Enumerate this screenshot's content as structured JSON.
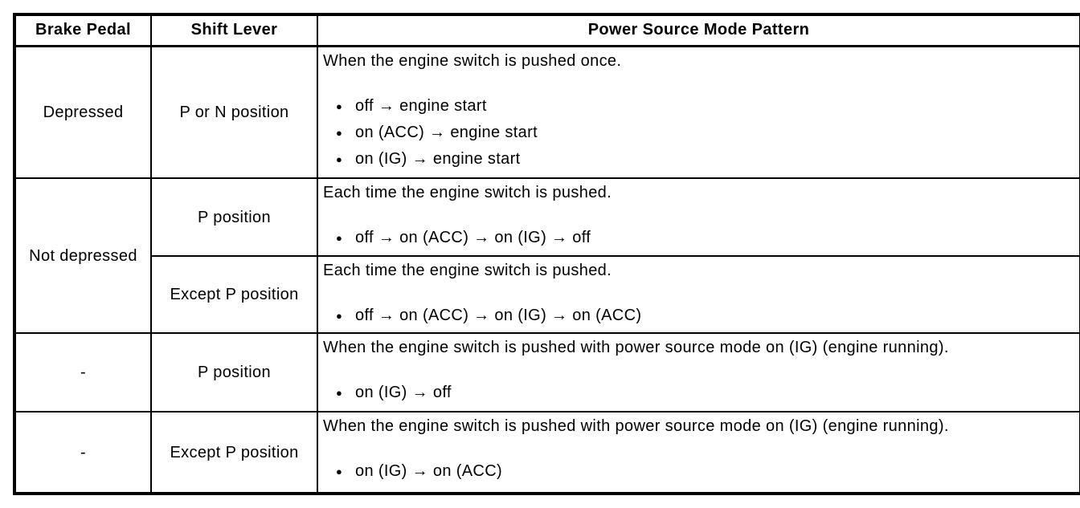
{
  "table": {
    "bullet_glyph": "●",
    "headers": [
      "Brake Pedal",
      "Shift Lever",
      "Power Source Mode Pattern"
    ],
    "rows": [
      {
        "brake_pedal": "Depressed",
        "shift_lever": "P or N position",
        "pattern_intro": "When the engine switch is pushed once.",
        "pattern_items": [
          "off → engine start",
          "on (ACC) → engine start",
          "on (IG) → engine start"
        ]
      },
      {
        "brake_pedal": "Not depressed",
        "shift_lever": "P position",
        "pattern_intro": "Each time the engine switch is pushed.",
        "pattern_items": [
          "off → on (ACC) → on (IG) → off"
        ]
      },
      {
        "shift_lever": "Except P position",
        "pattern_intro": "Each time the engine switch is pushed.",
        "pattern_items": [
          "off → on (ACC) → on (IG) → on (ACC)"
        ]
      },
      {
        "brake_pedal": "-",
        "shift_lever": "P position",
        "pattern_intro": "When the engine switch is pushed with power source mode on (IG) (engine running).",
        "pattern_items": [
          "on (IG) → off"
        ]
      },
      {
        "brake_pedal": "-",
        "shift_lever": "Except P position",
        "pattern_intro": "When the engine switch is pushed with power source mode on (IG) (engine running).",
        "pattern_items": [
          "on (IG) → on (ACC)"
        ]
      }
    ]
  }
}
